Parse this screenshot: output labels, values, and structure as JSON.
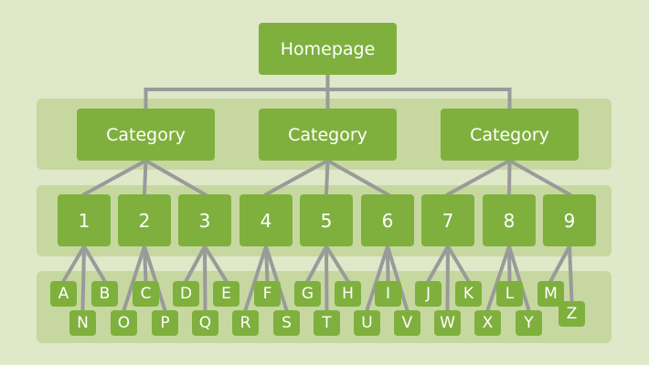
{
  "colors": {
    "background": "#dfe8c8",
    "band": "#c6d8a0",
    "node": "#7fb03e",
    "node_text": "#ffffff",
    "connector": "#9a9a9a"
  },
  "root": {
    "label": "Homepage"
  },
  "categories": [
    {
      "label": "Category",
      "subs": [
        {
          "label": "1",
          "leaves": [
            "A",
            "N",
            "B"
          ]
        },
        {
          "label": "2",
          "leaves": [
            "O",
            "C",
            "P"
          ]
        },
        {
          "label": "3",
          "leaves": [
            "D",
            "Q",
            "E"
          ]
        }
      ]
    },
    {
      "label": "Category",
      "subs": [
        {
          "label": "4",
          "leaves": [
            "R",
            "F",
            "S"
          ]
        },
        {
          "label": "5",
          "leaves": [
            "G",
            "T",
            "H"
          ]
        },
        {
          "label": "6",
          "leaves": [
            "U",
            "I",
            "V"
          ]
        }
      ]
    },
    {
      "label": "Category",
      "subs": [
        {
          "label": "7",
          "leaves": [
            "J",
            "W",
            "K"
          ]
        },
        {
          "label": "8",
          "leaves": [
            "X",
            "L",
            "Y"
          ]
        },
        {
          "label": "9",
          "leaves": [
            "M",
            "Z"
          ]
        }
      ]
    }
  ]
}
